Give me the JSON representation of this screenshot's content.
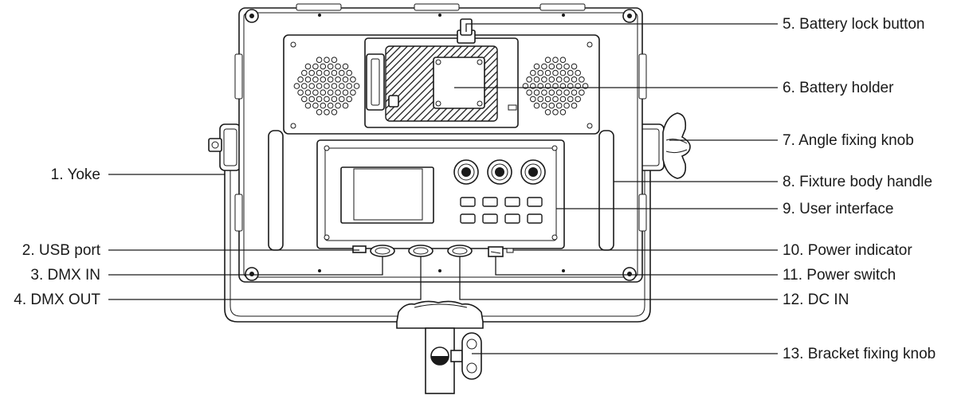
{
  "labels": {
    "yoke": "1. Yoke",
    "usb_port": "2. USB port",
    "dmx_in": "3. DMX IN",
    "dmx_out": "4. DMX OUT",
    "battery_lock_button": "5. Battery lock button",
    "battery_holder": "6. Battery holder",
    "angle_fixing_knob": "7. Angle fixing knob",
    "fixture_body_handle": "8. Fixture body handle",
    "user_interface": "9. User interface",
    "power_indicator": "10. Power indicator",
    "power_switch": "11. Power switch",
    "dc_in": "12. DC IN",
    "bracket_fixing_knob": "13. Bracket fixing knob"
  },
  "colors": {
    "line": "#1a1a1a",
    "background": "#ffffff",
    "hatch": "#1a1a1a"
  }
}
